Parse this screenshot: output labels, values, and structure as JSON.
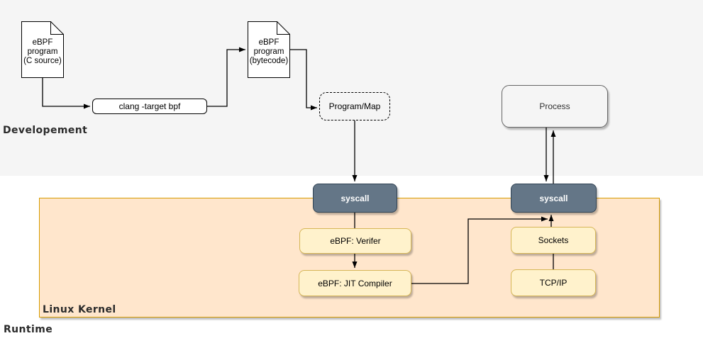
{
  "areas": {
    "development": {
      "label": "Developement"
    },
    "runtime": {
      "label": "Runtime"
    },
    "kernel": {
      "label": "Linux Kernel"
    }
  },
  "nodes": {
    "c_source": {
      "lines": [
        "eBPF",
        "program",
        "(C source)"
      ]
    },
    "clang": {
      "label": "clang -target bpf"
    },
    "bytecode": {
      "lines": [
        "eBPF",
        "program",
        "(bytecode)"
      ]
    },
    "program_map": {
      "label": "Program/Map"
    },
    "process": {
      "label": "Process"
    },
    "syscall_left": {
      "label": "syscall"
    },
    "syscall_right": {
      "label": "syscall"
    },
    "verifier": {
      "label": "eBPF: Verifer"
    },
    "jit": {
      "label": "eBPF: JIT Compiler"
    },
    "sockets": {
      "label": "Sockets"
    },
    "tcpip": {
      "label": "TCP/IP"
    }
  },
  "edges": [
    {
      "from": "c_source",
      "to": "clang",
      "arrow": true
    },
    {
      "from": "clang",
      "to": "bytecode",
      "arrow": true
    },
    {
      "from": "bytecode",
      "to": "program_map",
      "arrow": true
    },
    {
      "from": "program_map",
      "to": "syscall_left",
      "arrow": true
    },
    {
      "from": "syscall_left",
      "to": "verifier",
      "arrow": false
    },
    {
      "from": "verifier",
      "to": "jit",
      "arrow": true
    },
    {
      "from": "jit",
      "to": "syscall_right",
      "arrow": true
    },
    {
      "from": "sockets",
      "to": "syscall_right",
      "arrow": true
    },
    {
      "from": "sockets",
      "to": "tcpip",
      "arrow": false
    },
    {
      "from": "process",
      "to": "syscall_right",
      "arrow": true
    },
    {
      "from": "syscall_right",
      "to": "process",
      "arrow": true
    }
  ],
  "colors": {
    "area_background": "#f5f5f5",
    "kernel_fill": "#ffe6cc",
    "kernel_stroke": "#d79b00",
    "process_fill": "#f5f5f5",
    "process_stroke": "#666666",
    "syscall_fill": "#647687",
    "syscall_stroke": "#314354",
    "syscall_text": "#ffffff",
    "yellow_fill": "#fff2cc",
    "yellow_stroke": "#d6b656",
    "document_fill": "#ffffff",
    "line": "#000000"
  }
}
